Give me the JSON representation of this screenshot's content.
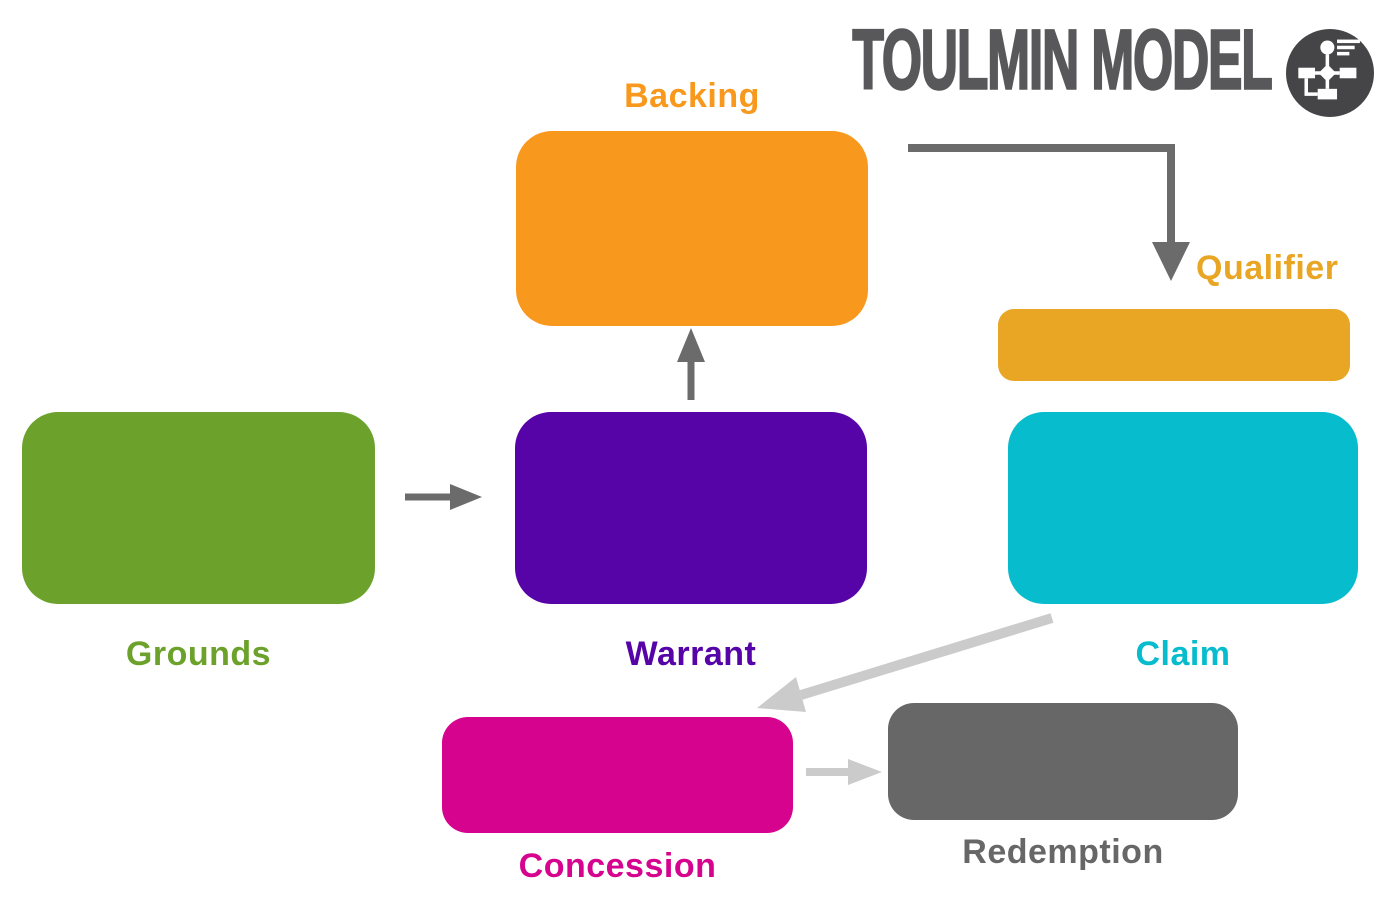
{
  "header": {
    "title": "TOULMIN MODEL",
    "title_color": "#58585A",
    "icon": "flowchart-icon",
    "icon_bg": "#454548",
    "icon_fg": "#FFFFFF"
  },
  "colors": {
    "background": "#FFFFFF",
    "arrow_dark": "#6B6B6B",
    "arrow_light": "#CBCBCB"
  },
  "nodes": {
    "backing": {
      "label": "Backing",
      "color": "#F8991D"
    },
    "qualifier": {
      "label": "Qualifier",
      "color": "#E8A624"
    },
    "grounds": {
      "label": "Grounds",
      "color": "#6CA22B"
    },
    "warrant": {
      "label": "Warrant",
      "color": "#5603A7"
    },
    "claim": {
      "label": "Claim",
      "color": "#07BCCD"
    },
    "concession": {
      "label": "Concession",
      "color": "#D6038E"
    },
    "redemption": {
      "label": "Redemption",
      "color": "#676767"
    }
  },
  "edges": {
    "grounds_to_warrant": {
      "from": "Grounds",
      "to": "Warrant",
      "color": "#6B6B6B"
    },
    "warrant_to_backing": {
      "from": "Warrant",
      "to": "Backing",
      "color": "#6B6B6B"
    },
    "backing_to_qualifier": {
      "from": "Backing",
      "to": "Qualifier",
      "color": "#6B6B6B"
    },
    "claim_to_concession": {
      "from": "Claim",
      "to": "Concession",
      "color": "#CBCBCB"
    },
    "concession_to_redemption": {
      "from": "Concession",
      "to": "Redemption",
      "color": "#CBCBCB"
    }
  }
}
